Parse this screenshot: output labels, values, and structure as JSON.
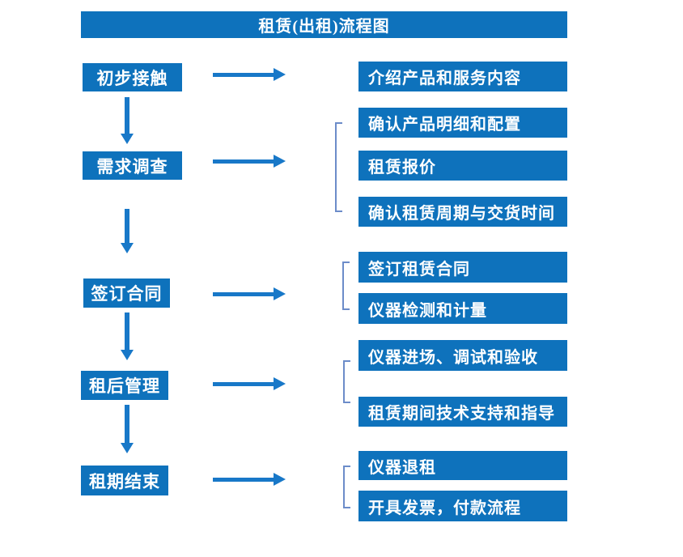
{
  "title": "租赁(出租)流程图",
  "colors": {
    "box_blue": "#0e72bc",
    "arrow_blue": "#1878c8",
    "bracket_blue": "#6c8cc9",
    "text": "#ffffff"
  },
  "stages": [
    {
      "label": "初步接触"
    },
    {
      "label": "需求调查"
    },
    {
      "label": "签订合同"
    },
    {
      "label": "租后管理"
    },
    {
      "label": "租期结束"
    }
  ],
  "details": [
    {
      "label": "介绍产品和服务内容"
    },
    {
      "label": "确认产品明细和配置"
    },
    {
      "label": "租赁报价"
    },
    {
      "label": "确认租赁周期与交货时间"
    },
    {
      "label": "签订租赁合同"
    },
    {
      "label": "仪器检测和计量"
    },
    {
      "label": "仪器进场、调试和验收"
    },
    {
      "label": "租赁期间技术支持和指导"
    },
    {
      "label": "仪器退租"
    },
    {
      "label": "开具发票，付款流程"
    }
  ]
}
